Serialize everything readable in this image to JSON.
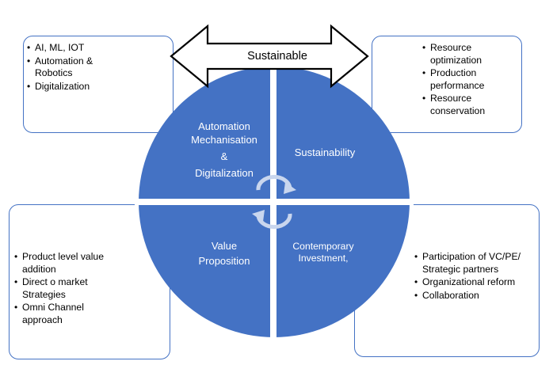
{
  "arrow": {
    "label": "Sustainable"
  },
  "quadrants": {
    "top_left": {
      "lines": [
        "Automation",
        "Mechanisation",
        "&",
        "Digitalization"
      ]
    },
    "top_right": {
      "label": "Sustainability"
    },
    "bottom_left": {
      "lines": [
        "Value",
        "Proposition"
      ]
    },
    "bottom_right": {
      "lines": [
        "Contemporary",
        "Investment,"
      ]
    }
  },
  "boxes": {
    "top_left": {
      "items": [
        {
          "lines": [
            "AI, ML, IOT"
          ]
        },
        {
          "lines": [
            "Automation &",
            "Robotics"
          ]
        },
        {
          "lines": [
            "Digitalization"
          ]
        }
      ]
    },
    "top_right": {
      "items": [
        {
          "lines": [
            "Resource",
            "optimization"
          ]
        },
        {
          "lines": [
            "Production",
            "performance"
          ]
        },
        {
          "lines": [
            "Resource",
            "conservation"
          ]
        }
      ]
    },
    "bottom_left": {
      "items": [
        {
          "lines": [
            "Product level value",
            "addition"
          ]
        },
        {
          "lines": [
            "Direct o market",
            "Strategies"
          ]
        },
        {
          "lines": [
            "Omni Channel",
            "approach"
          ]
        }
      ]
    },
    "bottom_right": {
      "items": [
        {
          "lines": [
            "Participation  of VC/PE/",
            "Strategic  partners"
          ]
        },
        {
          "lines": [
            "Organizational reform"
          ]
        },
        {
          "lines": [
            "Collaboration"
          ]
        }
      ]
    }
  },
  "colors": {
    "accent": "#4472c4",
    "circle_fill": "#4472c4",
    "arrow_fill": "#ffffff",
    "arrow_stroke": "#000000"
  }
}
